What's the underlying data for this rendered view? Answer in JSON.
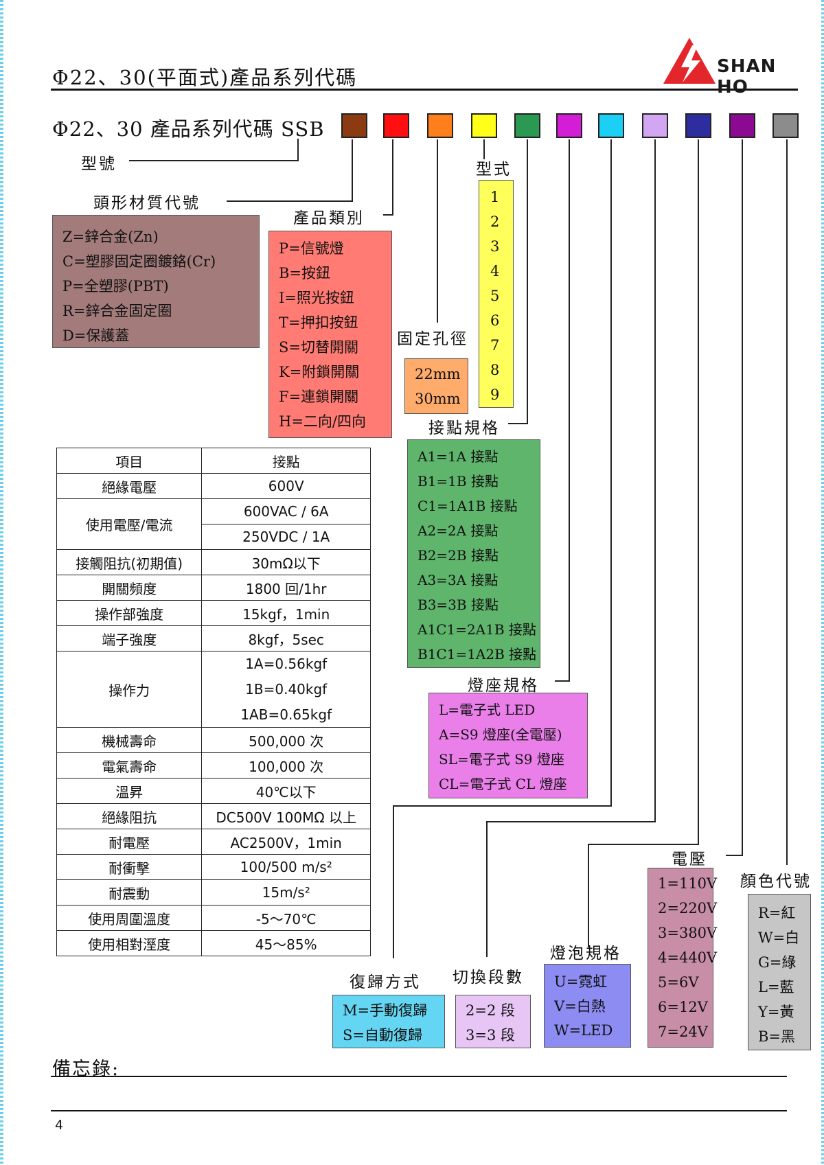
{
  "header": {
    "title": "Φ22、30(平面式)產品系列代碼",
    "logo_text": "SHAN HO"
  },
  "code": {
    "title": "Φ22、30 產品系列代碼 SSB",
    "squares": [
      {
        "color": "#8b3a12"
      },
      {
        "color": "#ff0f0f"
      },
      {
        "color": "#ff7f1c"
      },
      {
        "color": "#ffff1a"
      },
      {
        "color": "#2a9a52"
      },
      {
        "color": "#d41ed6"
      },
      {
        "color": "#1ccff4"
      },
      {
        "color": "#d3a6f3"
      },
      {
        "color": "#2d2d9f"
      },
      {
        "color": "#8c0a91"
      },
      {
        "color": "#8c8c8c"
      }
    ]
  },
  "labels": {
    "model": "型號",
    "head_material": "頭形材質代號",
    "product_type": "產品類別",
    "style": "型式",
    "hole_diameter": "固定孔徑",
    "contact_spec": "接點規格",
    "lamp_base": "燈座規格",
    "voltage": "電壓",
    "color_code": "顏色代號",
    "bulb_spec": "燈泡規格",
    "switch_steps": "切換段數",
    "return_mode": "復歸方式"
  },
  "boxes": {
    "head_material": {
      "color": "#a37b7b",
      "items": [
        "Z=鋅合金(Zn)",
        "C=塑膠固定圈鍍鉻(Cr)",
        "P=全塑膠(PBT)",
        "R=鋅合金固定圈",
        "D=保護蓋"
      ]
    },
    "product_type": {
      "color": "#ff7b73",
      "items": [
        "P=信號燈",
        "B=按鈕",
        "I=照光按鈕",
        "T=押扣按鈕",
        "S=切替開關",
        "K=附鎖開關",
        "F=連鎖開關",
        "H=二向/四向"
      ]
    },
    "style": {
      "color": "#ffff5c",
      "items": [
        "1",
        "2",
        "3",
        "4",
        "5",
        "6",
        "7",
        "8",
        "9"
      ]
    },
    "hole_diameter": {
      "color": "#ffab6b",
      "items": [
        "22mm",
        "30mm"
      ]
    },
    "contact_spec": {
      "color": "#5fb56c",
      "items": [
        "A1=1A 接點",
        "B1=1B 接點",
        "C1=1A1B 接點",
        "A2=2A 接點",
        "B2=2B 接點",
        "A3=3A 接點",
        "B3=3B 接點",
        "A1C1=2A1B 接點",
        "B1C1=1A2B 接點"
      ]
    },
    "lamp_base": {
      "color": "#ea7fea",
      "items": [
        "L=電子式 LED",
        "A=S9 燈座(全電壓)",
        "SL=電子式 S9 燈座",
        "CL=電子式 CL 燈座"
      ]
    },
    "voltage": {
      "color": "#c98ea7",
      "items": [
        "1=110V",
        "2=220V",
        "3=380V",
        "4=440V",
        "5=6V",
        "6=12V",
        "7=24V"
      ]
    },
    "color_code": {
      "color": "#c6c6c6",
      "items": [
        "R=紅",
        "W=白",
        "G=綠",
        "L=藍",
        "Y=黃",
        "B=黑"
      ]
    },
    "bulb_spec": {
      "color": "#8c8cf2",
      "items": [
        "U=霓虹",
        "V=白熱",
        "W=LED"
      ]
    },
    "switch_steps": {
      "color": "#e7c6f6",
      "items": [
        "2=2 段",
        "3=3 段"
      ]
    },
    "return_mode": {
      "color": "#64d6f3",
      "items": [
        "M=手動復歸",
        "S=自動復歸"
      ]
    }
  },
  "spec_table": {
    "head": [
      "項目",
      "接點"
    ],
    "rows": [
      {
        "item": "絕緣電壓",
        "value": "600V"
      },
      {
        "item": "使用電壓/電流",
        "value": "600VAC / 6A",
        "value2": "250VDC / 1A"
      },
      {
        "item": "接觸阻抗(初期值)",
        "value": "30mΩ以下"
      },
      {
        "item": "開關頻度",
        "value": "1800 回/1hr"
      },
      {
        "item": "操作部強度",
        "value": "15kgf，1min"
      },
      {
        "item": "端子強度",
        "value": "8kgf，5sec"
      },
      {
        "item": "操作力",
        "value": "1A=0.56kgf",
        "value2": "1B=0.40kgf",
        "value3": "1AB=0.65kgf"
      },
      {
        "item": "機械壽命",
        "value": "500,000 次"
      },
      {
        "item": "電氣壽命",
        "value": "100,000 次"
      },
      {
        "item": "溫昇",
        "value": "40℃以下"
      },
      {
        "item": "絕緣阻抗",
        "value": "DC500V 100MΩ 以上"
      },
      {
        "item": "耐電壓",
        "value": "AC2500V，1min"
      },
      {
        "item": "耐衝擊",
        "value": "100/500 m/s²"
      },
      {
        "item": "耐震動",
        "value": "15m/s²"
      },
      {
        "item": "使用周圍溫度",
        "value": "-5～70℃"
      },
      {
        "item": "使用相對溼度",
        "value": "45～85%"
      }
    ]
  },
  "footer": {
    "memo_label": "備忘錄:",
    "page_number": "4"
  }
}
